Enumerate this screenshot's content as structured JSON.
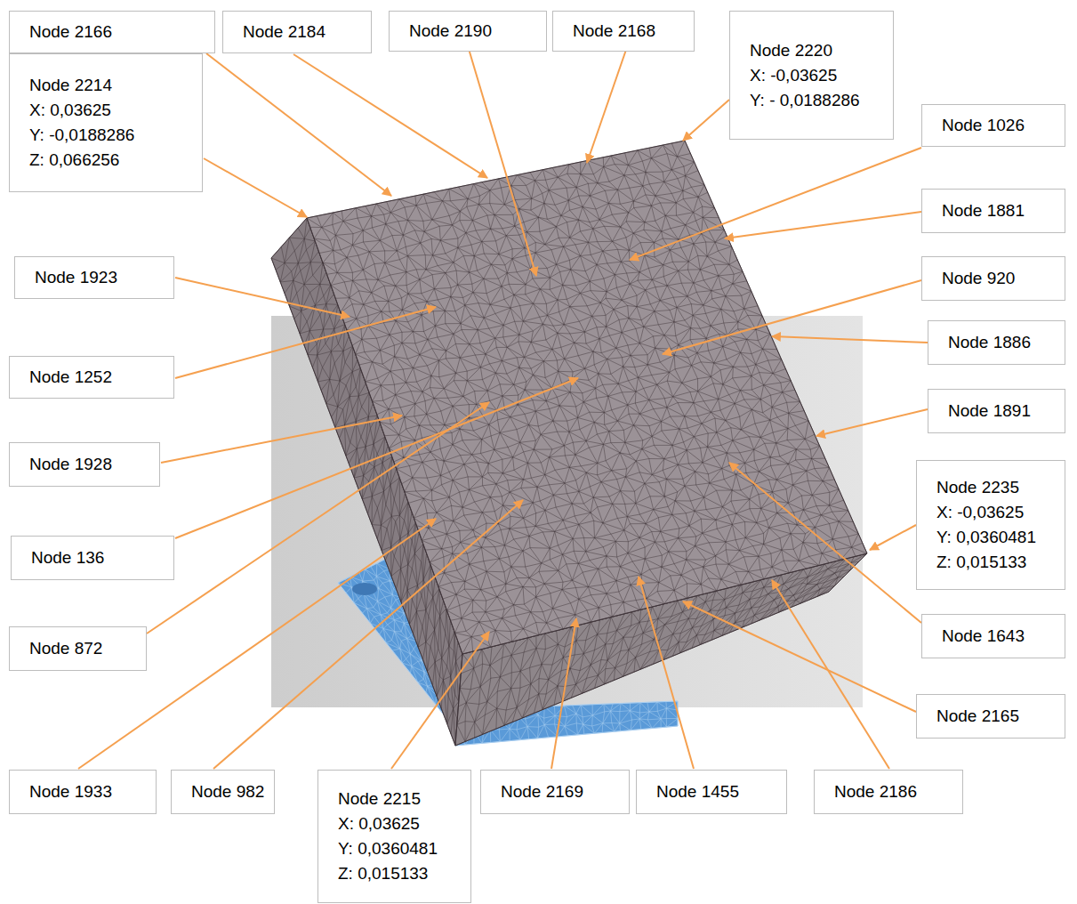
{
  "diagram": {
    "nodes": [
      {
        "text": [
          "Node 2166"
        ]
      },
      {
        "text": [
          "Node 2184"
        ]
      },
      {
        "text": [
          "Node 2190"
        ]
      },
      {
        "text": [
          "Node 2168"
        ]
      },
      {
        "text": [
          "Node 2220",
          "X: -0,03625",
          "Y: - 0,0188286"
        ]
      },
      {
        "text": [
          "Node 2214",
          "X: 0,03625",
          "Y: -0,0188286",
          "Z: 0,066256"
        ]
      },
      {
        "text": [
          "Node 1026"
        ]
      },
      {
        "text": [
          "Node 1923"
        ]
      },
      {
        "text": [
          "Node 1881"
        ]
      },
      {
        "text": [
          "Node 1252"
        ]
      },
      {
        "text": [
          "Node 920"
        ]
      },
      {
        "text": [
          "Node 1886"
        ]
      },
      {
        "text": [
          "Node 1928"
        ]
      },
      {
        "text": [
          "Node 1891"
        ]
      },
      {
        "text": [
          "Node 136"
        ]
      },
      {
        "text": [
          "Node 2235",
          "X: -0,03625",
          "Y: 0,0360481",
          "Z: 0,015133"
        ]
      },
      {
        "text": [
          "Node 872"
        ]
      },
      {
        "text": [
          "Node 1643"
        ]
      },
      {
        "text": [
          "Node 2165"
        ]
      },
      {
        "text": [
          "Node 1933"
        ]
      },
      {
        "text": [
          "Node 982"
        ]
      },
      {
        "text": [
          "Node 2215",
          "X: 0,03625",
          "Y: 0,0360481",
          "Z: 0,015133"
        ]
      },
      {
        "text": [
          "Node 2169"
        ]
      },
      {
        "text": [
          "Node 1455"
        ]
      },
      {
        "text": [
          "Node 2186"
        ]
      }
    ]
  }
}
